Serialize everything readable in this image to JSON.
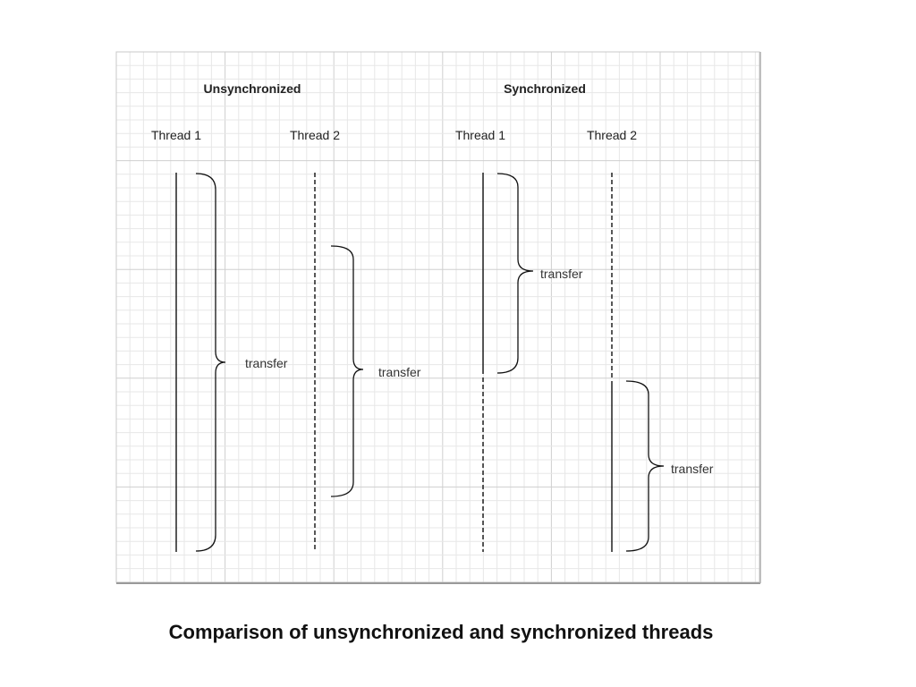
{
  "diagram": {
    "unsync": {
      "title": "Unsynchronized",
      "thread1": "Thread 1",
      "thread2": "Thread 2",
      "transfer_a": "transfer",
      "transfer_b": "transfer"
    },
    "sync": {
      "title": "Synchronized",
      "thread1": "Thread 1",
      "thread2": "Thread 2",
      "transfer_a": "transfer",
      "transfer_b": "transfer"
    }
  },
  "caption": "Comparison of unsynchronized and synchronized threads"
}
